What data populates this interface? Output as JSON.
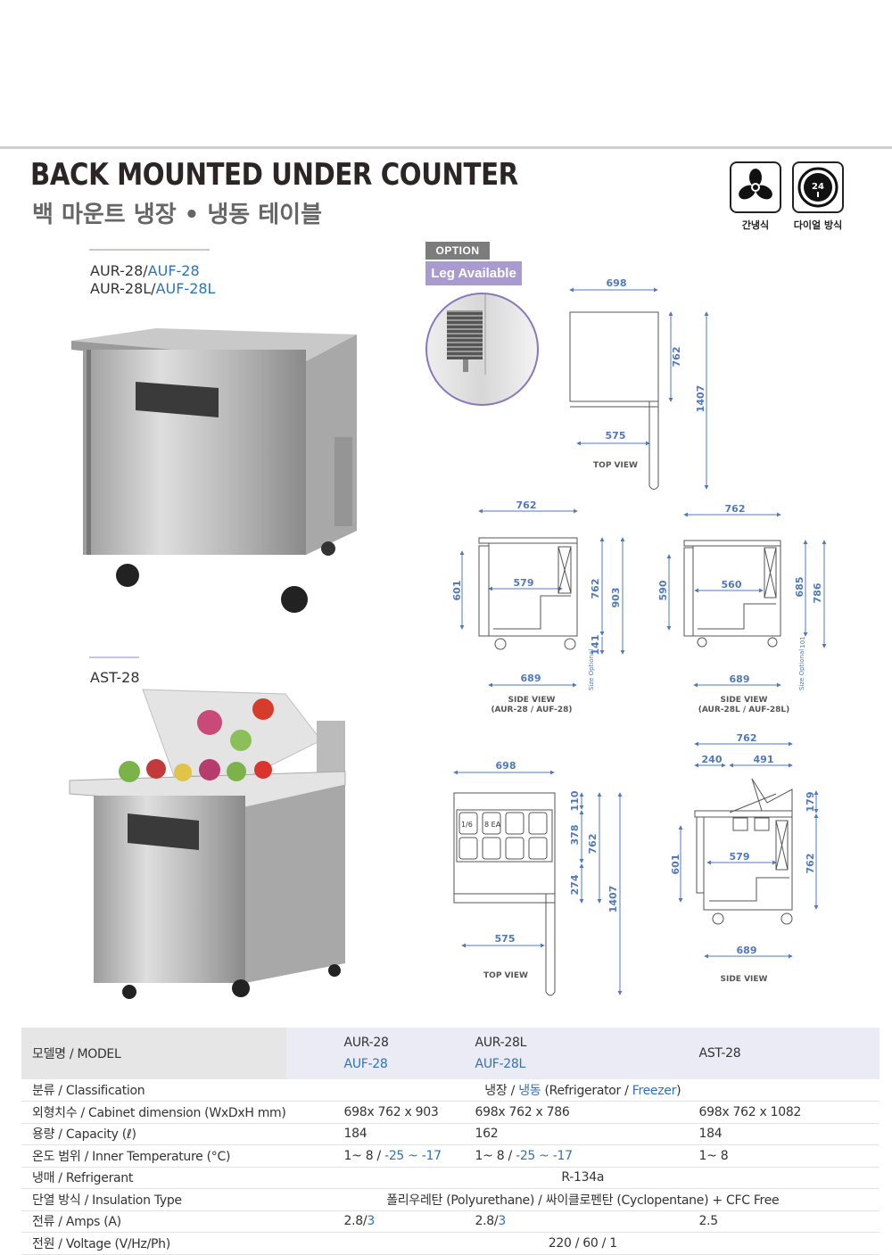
{
  "header": {
    "title": "BACK MOUNTED UNDER COUNTER",
    "subtitle": "백 마운트 냉장 • 냉동 테이블"
  },
  "features": [
    {
      "icon": "fan-icon",
      "label": "간냉식"
    },
    {
      "icon": "dial-icon",
      "label": "다이얼 방식",
      "dial_text": "24"
    }
  ],
  "products": [
    {
      "line1_a": "AUR-28/",
      "line1_b": "AUF-28",
      "line2_a": "AUR-28L/",
      "line2_b": "AUF-28L"
    },
    {
      "line1_a": "AST-28"
    }
  ],
  "option": {
    "badge": "OPTION",
    "label": "Leg Available"
  },
  "drawings": {
    "top_view_1": {
      "width": "698",
      "depth": "762",
      "total": "1407",
      "leg": "575",
      "caption": "TOP VIEW"
    },
    "side_view_1": {
      "width": "762",
      "inner_h": "601",
      "inner_w": "579",
      "body_h": "762",
      "total_h": "903",
      "leg_h": "141",
      "base": "689",
      "size_opt": "Size Optional",
      "caption1": "SIDE VIEW",
      "caption2": "(AUR-28 / AUF-28)"
    },
    "side_view_2": {
      "width": "762",
      "inner_h": "590",
      "inner_w": "560",
      "body_h": "685",
      "total_h": "786",
      "leg_h": "101",
      "base": "689",
      "size_opt": "Size Optional",
      "caption1": "SIDE VIEW",
      "caption2": "(AUR-28L / AUF-28L)"
    },
    "top_view_2": {
      "width": "698",
      "d1": "110",
      "d2": "378",
      "d3": "274",
      "depth": "762",
      "total": "1407",
      "leg": "575",
      "pan_size": "1/6",
      "pan_count": "8 EA",
      "caption": "TOP VIEW"
    },
    "side_view_3": {
      "width": "762",
      "w1": "240",
      "w2": "491",
      "top_h": "179",
      "inner_h": "601",
      "inner_w": "579",
      "body_h": "762",
      "base": "689",
      "caption": "SIDE VIEW"
    }
  },
  "spec_table": {
    "header": {
      "label": "모델명 / MODEL",
      "col1_a": "AUR-28",
      "col1_b": "AUF-28",
      "col2_a": "AUR-28L",
      "col2_b": "AUF-28L",
      "col3": "AST-28"
    },
    "rows": [
      {
        "label": "분류 / Classification",
        "span_a": "냉장 / ",
        "span_b": "냉동",
        "span_c": " (Refrigerator / ",
        "span_d": "Freezer",
        "span_e": ")"
      },
      {
        "label": "외형치수 / Cabinet dimension (WxDxH mm)",
        "c1": "698x 762 x 903",
        "c2": "698x 762 x 786",
        "c3": "698x 762 x 1082"
      },
      {
        "label": "용량 / Capacity (ℓ)",
        "c1": "184",
        "c2": "162",
        "c3": "184"
      },
      {
        "label": "온도 범위 / Inner Temperature (°C)",
        "c1_a": "1~ 8 / ",
        "c1_b": "-25 ~ -17",
        "c2_a": "1~ 8 / ",
        "c2_b": "-25 ~ -17",
        "c3": "1~ 8"
      },
      {
        "label": "냉매 / Refrigerant",
        "span": "R-134a"
      },
      {
        "label": "단열 방식 / Insulation Type",
        "span": "폴리우레탄 (Polyurethane) / 싸이클로펜탄 (Cyclopentane) +  CFC Free"
      },
      {
        "label": "전류 / Amps (A)",
        "c1_a": "2.8/",
        "c1_b": "3",
        "c2_a": "2.8/",
        "c2_b": "3",
        "c3": "2.5"
      },
      {
        "label": "전원 / Voltage (V/Hz/Ph)",
        "span": "220 / 60 / 1"
      }
    ]
  },
  "colors": {
    "accent_blue": "#2f72b8",
    "dimension_blue": "#4f78bd",
    "option_purple": "#a99bd0"
  }
}
